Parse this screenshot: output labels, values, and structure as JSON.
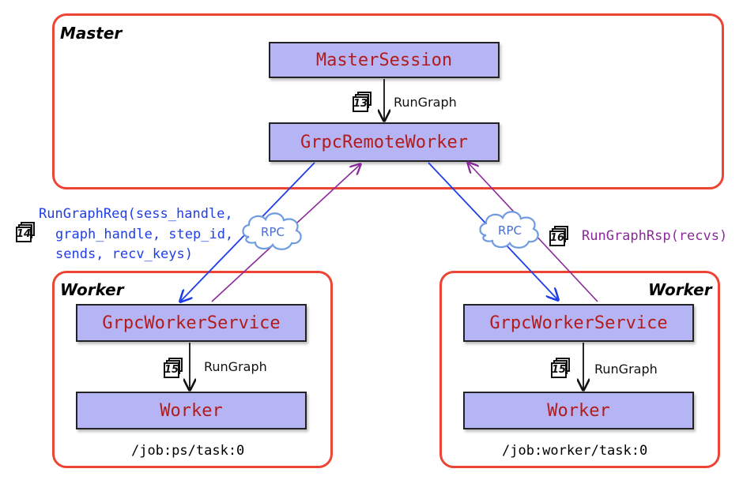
{
  "master": {
    "title": "Master",
    "master_session": "MasterSession",
    "grpc_remote_worker": "GrpcRemoteWorker",
    "rungraph_label": "RunGraph",
    "step": "13"
  },
  "request": {
    "step": "14",
    "lines": [
      "RunGraphReq(sess_handle,",
      "graph_handle, step_id,",
      "sends, recv_keys)"
    ]
  },
  "response": {
    "step": "16",
    "text": "RunGraphRsp(recvs)"
  },
  "rpc_left": "RPC",
  "rpc_right": "RPC",
  "worker_left": {
    "title": "Worker",
    "service": "GrpcWorkerService",
    "worker": "Worker",
    "rungraph_label": "RunGraph",
    "step": "15",
    "job": "/job:ps/task:0"
  },
  "worker_right": {
    "title": "Worker",
    "service": "GrpcWorkerService",
    "worker": "Worker",
    "rungraph_label": "RunGraph",
    "step": "15",
    "job": "/job:worker/task:0"
  },
  "colors": {
    "panel_border": "#ee4433",
    "box_fill": "#b5b5f5",
    "box_text": "#b31b1b",
    "request_arrow": "#1f3fe8",
    "response_arrow": "#8a2a9a",
    "rpc_text": "#4a6fd4"
  },
  "icons": {
    "step_badge": "stacked-pages-icon",
    "rpc": "cloud-icon"
  }
}
